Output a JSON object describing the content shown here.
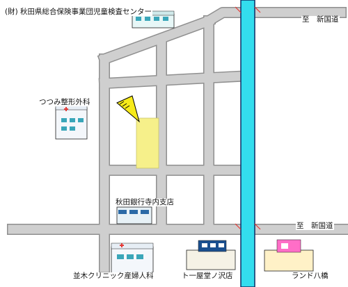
{
  "labels": {
    "top_center": "(財) 秋田県総合保険事業団児童検査センター",
    "upper_road": "至　新国道",
    "lower_road": "至　新国道",
    "clinic_tsutsumi": "つつみ整形外科",
    "bank": "秋田銀行寺内支店",
    "clinic_namiki": "並木クリニック産婦人科",
    "store_toichi": "ト一屋堂ノ沢店",
    "store_hachi": "ランド八橋"
  },
  "colors": {
    "road_fill": "#cfcfcf",
    "road_edge": "#8f8f8f",
    "river_fill": "#33ddee",
    "river_edge": "#0b2b63",
    "target_lot": "#f6f08a",
    "marker_red": "#e53935",
    "pin": "#f7ea1a"
  },
  "icons": {
    "destination": "target-pin-icon",
    "bridge_marks": "bridge-mark-icon"
  }
}
